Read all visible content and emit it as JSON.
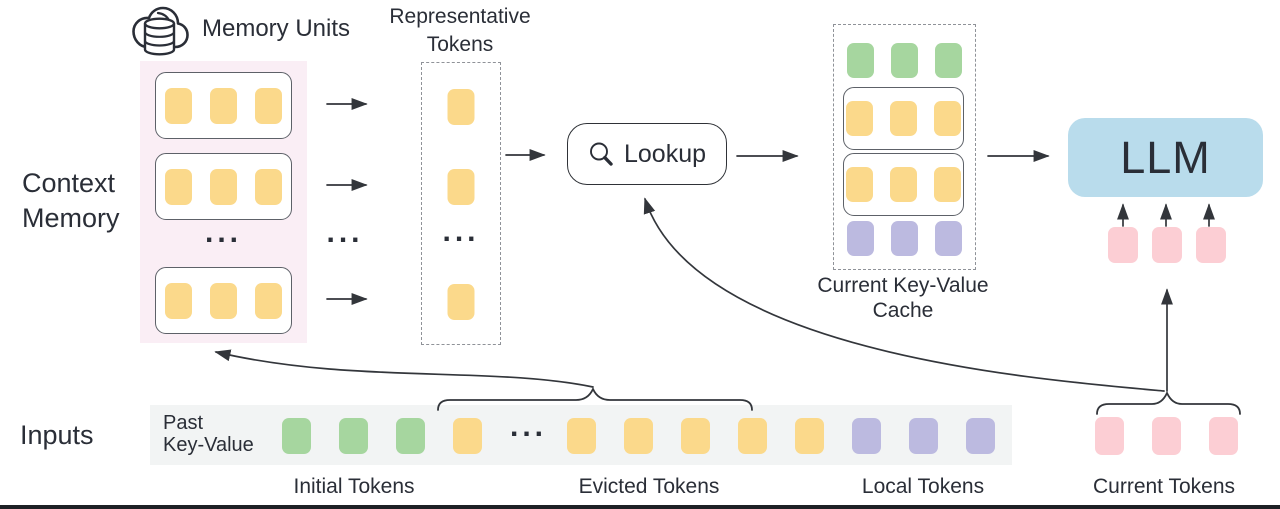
{
  "colors": {
    "token-yellow": "#FBD98B",
    "token-green": "#A6D69F",
    "token-purple": "#BCBAE0",
    "token-pink": "#FCCED4",
    "llm-blue": "#B9DCEC",
    "memory-panel-pink": "#FAEEF5",
    "strip-gray": "#F2F4F4",
    "ink": "#2A2E37",
    "line": "#33363B"
  },
  "labels": {
    "memory_units": "Memory Units",
    "representative_tokens": [
      "Representative",
      "Tokens"
    ],
    "context_memory": [
      "Context",
      "Memory"
    ],
    "lookup": "Lookup",
    "current_kv_cache": [
      "Current Key-Value",
      "Cache"
    ],
    "llm": "LLM",
    "inputs": "Inputs",
    "past_key_value": [
      "Past",
      "Key-Value"
    ],
    "initial_tokens": "Initial Tokens",
    "evicted_tokens": "Evicted Tokens",
    "local_tokens": "Local Tokens",
    "current_tokens": "Current Tokens",
    "ellipsis": "..."
  },
  "icons": {
    "memory_units_icon": "cloud-database-icon",
    "lookup_icon": "search-icon"
  },
  "context_memory": {
    "units": [
      [
        "yellow",
        "yellow",
        "yellow"
      ],
      [
        "yellow",
        "yellow",
        "yellow"
      ],
      [
        "yellow",
        "yellow",
        "yellow"
      ]
    ]
  },
  "representative_column": [
    "yellow",
    "yellow",
    "dots",
    "yellow"
  ],
  "current_kv_cache": {
    "top_row": [
      "green",
      "green",
      "green"
    ],
    "unit_rows": [
      [
        "yellow",
        "yellow",
        "yellow"
      ],
      [
        "yellow",
        "yellow",
        "yellow"
      ]
    ],
    "bottom_row": [
      "purple",
      "purple",
      "purple"
    ]
  },
  "input_strip": [
    "green",
    "green",
    "green",
    "yellow",
    "dots",
    "yellow",
    "yellow",
    "yellow",
    "yellow",
    "yellow",
    "purple",
    "purple",
    "purple"
  ],
  "current_tokens_row": [
    "pink",
    "pink",
    "pink"
  ],
  "llm_input_row": [
    "pink",
    "pink",
    "pink"
  ]
}
